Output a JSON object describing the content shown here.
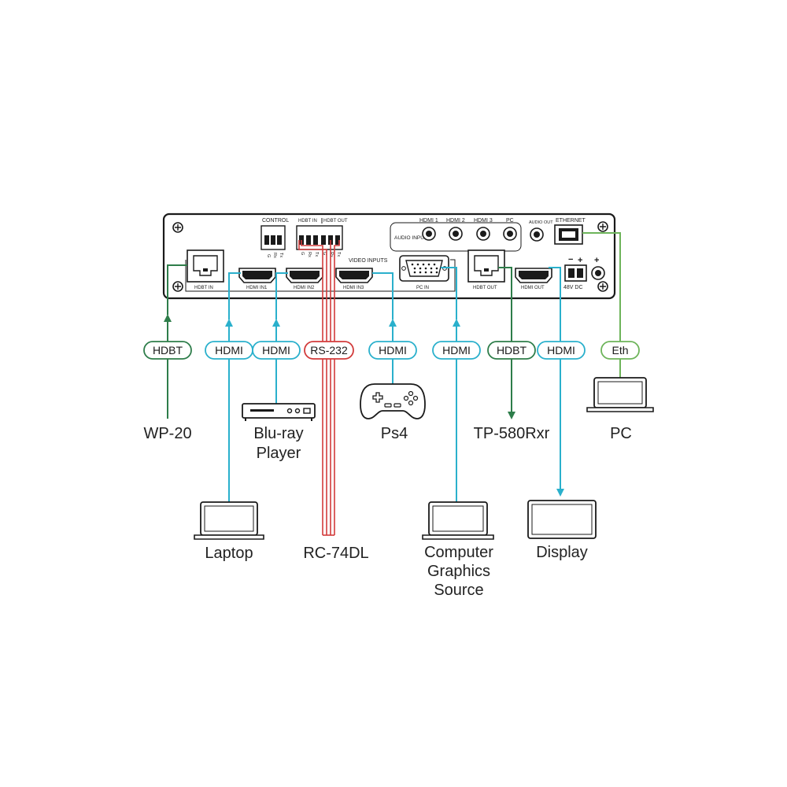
{
  "colors": {
    "hdbt": "#2e7d4a",
    "hdmi": "#2ab0cc",
    "rs232": "#d23b3b",
    "eth": "#6db45a",
    "panel_stroke": "#1a1a1a"
  },
  "panel": {
    "control_label": "CONTROL",
    "control_pins": [
      "G",
      "Rx",
      "Tx"
    ],
    "hdbt_in_label": "HDBT IN",
    "hdbt_out_label": "HDBT OUT",
    "hdbt_pins": [
      "G",
      "Rx",
      "Tx",
      "G",
      "Rx",
      "Tx"
    ],
    "audio_inputs_label": "AUDIO INPUTS",
    "audio_labels": [
      "HDMI 1",
      "HDMI 2",
      "HDMI 3",
      "PC"
    ],
    "audio_out_label": "AUDIO OUT",
    "ethernet_label": "ETHERNET",
    "video_inputs_label": "VIDEO INPUTS",
    "power_label": "48V DC",
    "port_labels": {
      "hdbt_in": "HDBT IN",
      "hdmi_in1": "HDMI IN1",
      "hdmi_in2": "HDMI IN2",
      "hdmi_in3": "HDMI IN3",
      "pc_in": "PC IN",
      "hdbt_out": "HDBT OUT",
      "hdmi_out": "HDMI OUT"
    }
  },
  "connections": [
    {
      "id": "wp20",
      "label": "HDBT",
      "kind": "hdbt",
      "device": "WP-20"
    },
    {
      "id": "laptop",
      "label": "HDMI",
      "kind": "hdmi",
      "device": "Laptop"
    },
    {
      "id": "bluray",
      "label": "HDMI",
      "kind": "hdmi",
      "device": "Blu-ray Player"
    },
    {
      "id": "rc74dl",
      "label": "RS-232",
      "kind": "rs232",
      "device": "RC-74DL"
    },
    {
      "id": "ps4",
      "label": "HDMI",
      "kind": "hdmi",
      "device": "Ps4"
    },
    {
      "id": "cgs",
      "label": "HDMI",
      "kind": "hdmi",
      "device": "Computer Graphics Source"
    },
    {
      "id": "tp580",
      "label": "HDBT",
      "kind": "hdbt",
      "device": "TP-580Rxr"
    },
    {
      "id": "display",
      "label": "HDMI",
      "kind": "hdmi",
      "device": "Display"
    },
    {
      "id": "pc",
      "label": "Eth",
      "kind": "eth",
      "device": "PC"
    }
  ],
  "device_lines": {
    "bluray": [
      "Blu-ray",
      "Player"
    ],
    "cgs": [
      "Computer",
      "Graphics",
      "Source"
    ]
  }
}
